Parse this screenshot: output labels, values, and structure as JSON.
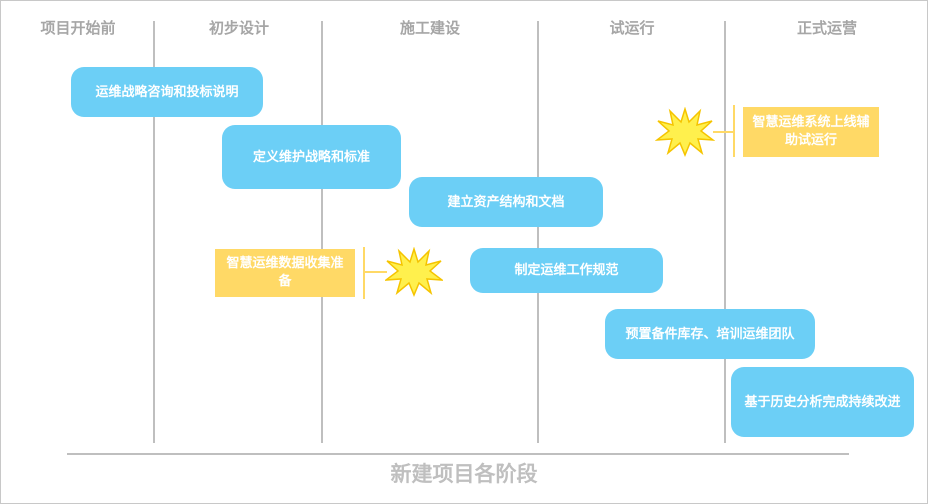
{
  "phases": [
    "项目开始前",
    "初步设计",
    "施工建设",
    "试运行",
    "正式运营"
  ],
  "tasks": [
    "运维战略咨询和投标说明",
    "定义维护战略和标准",
    "建立资产结构和文档",
    "制定运维工作规范",
    "预置备件库存、培训运维团队",
    "基于历史分析完成持续改进"
  ],
  "notes": [
    "智慧运维数据收集准备",
    "智慧运维系统上线辅助试运行"
  ],
  "footer_title": "新建项目各阶段",
  "colors": {
    "task_fill": "#6ccff6",
    "note_fill": "#ffd966",
    "burst_fill": "#fff04d",
    "burst_stroke": "#f5c400",
    "divider": "#bfbfbf",
    "label_text": "#a6a6a6"
  }
}
